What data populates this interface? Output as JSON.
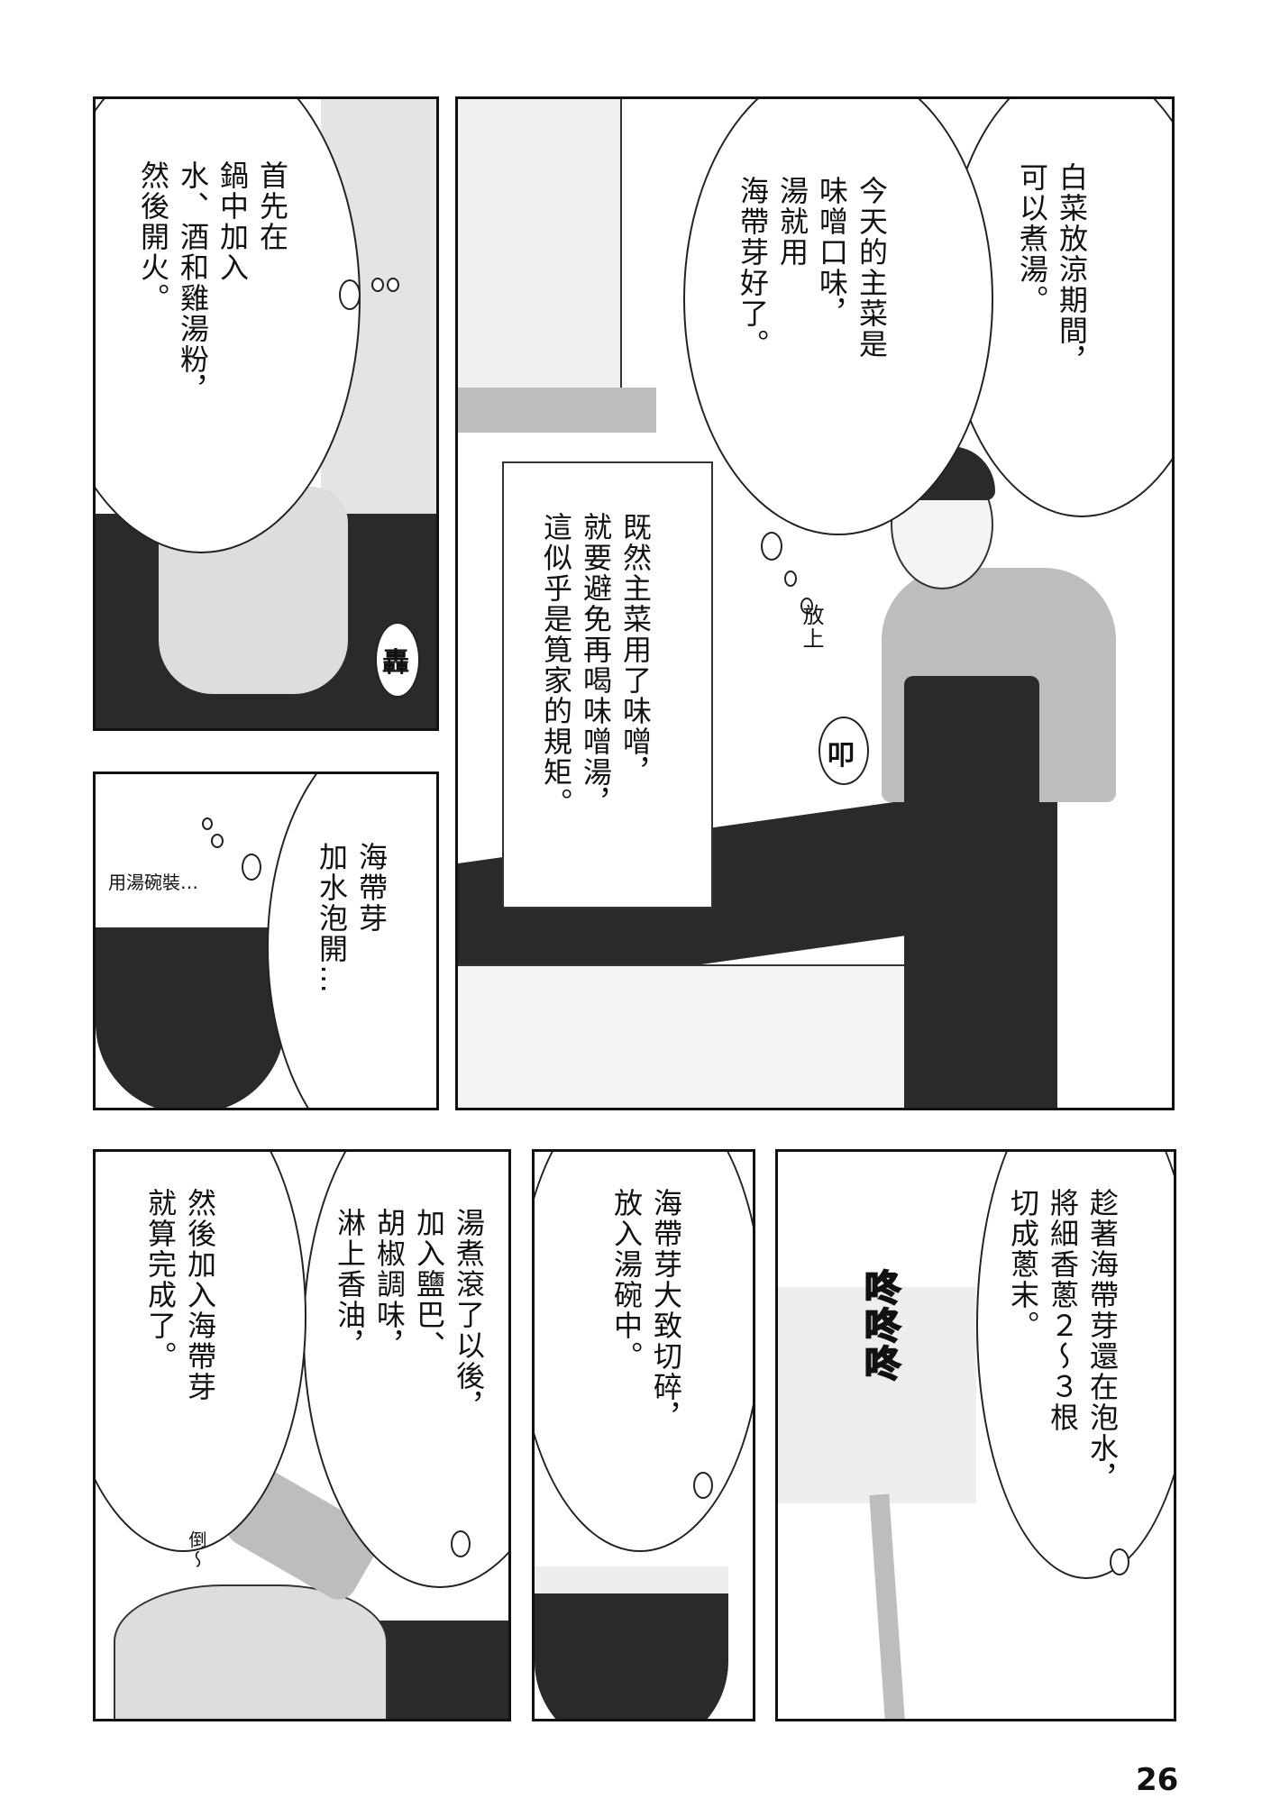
{
  "panels": {
    "p1": {
      "bubble": [
        "首先在",
        "鍋中加入",
        "水、酒和雞湯粉，",
        "然後開火。"
      ],
      "sfx": "轟"
    },
    "p2": {
      "bubble_a": [
        "白菜放涼期間，",
        "可以煮湯。"
      ],
      "bubble_b": [
        "今天的主菜是",
        "味噌口味，",
        "湯就用",
        "海帶芽好了。"
      ],
      "caption": [
        "既然主菜用了味噌，",
        "就要避免再喝味噌湯，",
        "這似乎是筧家的規矩。"
      ],
      "sfx_place": "放上",
      "sfx_knock": "叩"
    },
    "p3": {
      "bubble": [
        "海帶芽",
        "加水泡開…"
      ],
      "aside": "用湯碗裝…"
    },
    "p4": {
      "bubble_a": [
        "湯煮滾了以後，",
        "加入鹽巴、",
        "胡椒調味，",
        "淋上香油，"
      ],
      "bubble_b": [
        "然後加入海帶芽",
        "就算完成了。"
      ],
      "sfx": "倒～"
    },
    "p5": {
      "bubble": [
        "海帶芽大致切碎，",
        "放入湯碗中。"
      ]
    },
    "p6": {
      "bubble": [
        "趁著海帶芽還在泡水，",
        "將細香蔥２～３根",
        "切成蔥末。"
      ],
      "sfx": "咚咚咚"
    }
  },
  "page_number": "26"
}
